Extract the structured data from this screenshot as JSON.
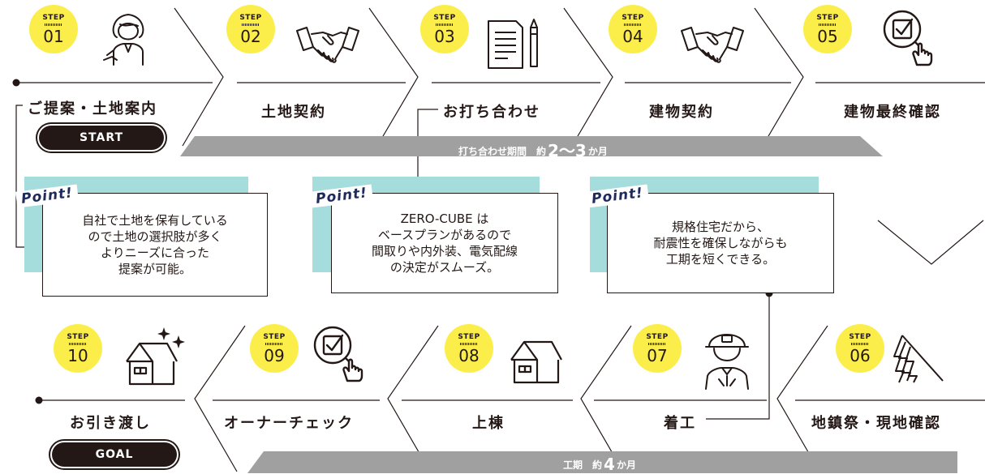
{
  "colors": {
    "accent_yellow": "#fcee4a",
    "bar_gray": "#a0a0a0",
    "point_teal": "#a5dcdc",
    "ink": "#231815",
    "point_navy": "#1f2a5c"
  },
  "step_word": "STEP",
  "steps": [
    {
      "num": "01",
      "title": "ご提案・土地案内",
      "icon": "consultant-woman-icon"
    },
    {
      "num": "02",
      "title": "土地契約",
      "icon": "handshake-icon"
    },
    {
      "num": "03",
      "title": "お打ち合わせ",
      "icon": "document-pen-icon"
    },
    {
      "num": "04",
      "title": "建物契約",
      "icon": "handshake-icon"
    },
    {
      "num": "05",
      "title": "建物最終確認",
      "icon": "checklist-magnifier-icon"
    },
    {
      "num": "06",
      "title": "地鎮祭・現地確認",
      "icon": "ground-breaking-icon"
    },
    {
      "num": "07",
      "title": "着工",
      "icon": "construction-worker-icon"
    },
    {
      "num": "08",
      "title": "上棟",
      "icon": "house-frame-icon"
    },
    {
      "num": "09",
      "title": "オーナーチェック",
      "icon": "checklist-magnifier-icon"
    },
    {
      "num": "10",
      "title": "お引き渡し",
      "icon": "sparkling-house-icon"
    }
  ],
  "start_label": "START",
  "goal_label": "GOAL",
  "period_top": {
    "prefix": "打ち合わせ期間　約",
    "value": "2～3",
    "suffix": "か月"
  },
  "period_bottom": {
    "prefix": "工期　約",
    "value": "4",
    "suffix": "か月"
  },
  "points": [
    {
      "label": "Point!",
      "text": "自社で土地を保有している\nので土地の選択肢が多く\nよりニーズに合った\n提案が可能。"
    },
    {
      "label": "Point!",
      "text": "ZERO-CUBE は\nベースプランがあるので\n間取りや内外装、電気配線\nの決定がスムーズ。"
    },
    {
      "label": "Point!",
      "text": "規格住宅だから、\n耐震性を確保しながらも\n工期を短くできる。"
    }
  ]
}
